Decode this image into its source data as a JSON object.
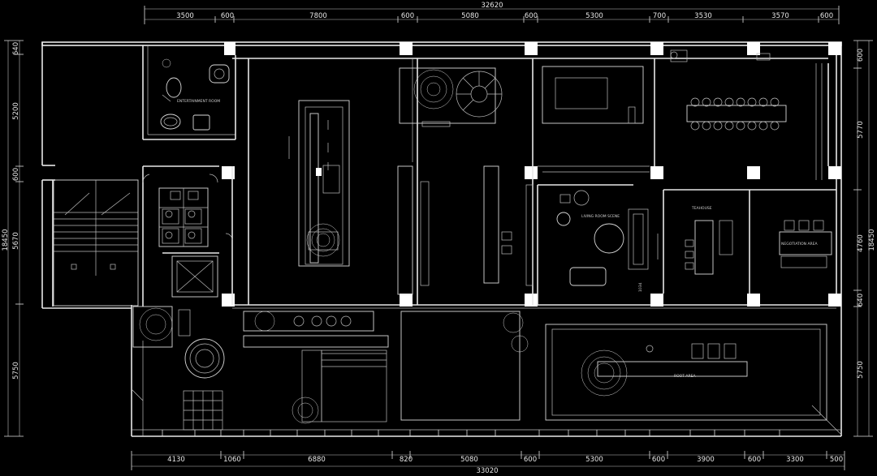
{
  "drawing": {
    "top_total": "32620",
    "bottom_total": "33020",
    "top_dims": [
      "3500",
      "600",
      "7800",
      "600",
      "5080",
      "600",
      "5300",
      "700",
      "3530",
      "3570",
      "600"
    ],
    "bottom_dims": [
      "4130",
      "1060",
      "6880",
      "820",
      "5080",
      "600",
      "5300",
      "600",
      "3900",
      "600",
      "3300",
      "500"
    ],
    "left_total": "18450",
    "left_dims": [
      "640",
      "5200",
      "600",
      "5670",
      "5750"
    ],
    "right_total": "18450",
    "right_dims": [
      "600",
      "5770",
      "4760",
      "640",
      "5750"
    ],
    "small_dim": "1034"
  },
  "rooms": {
    "entertainment": "ENTERTAINMENT ROOM",
    "living": "LIVING ROOM SCENE",
    "teahouse": "TEAHOUSE",
    "negotiation": "NEGOTIATION AREA",
    "root": "ROOT AREA"
  }
}
